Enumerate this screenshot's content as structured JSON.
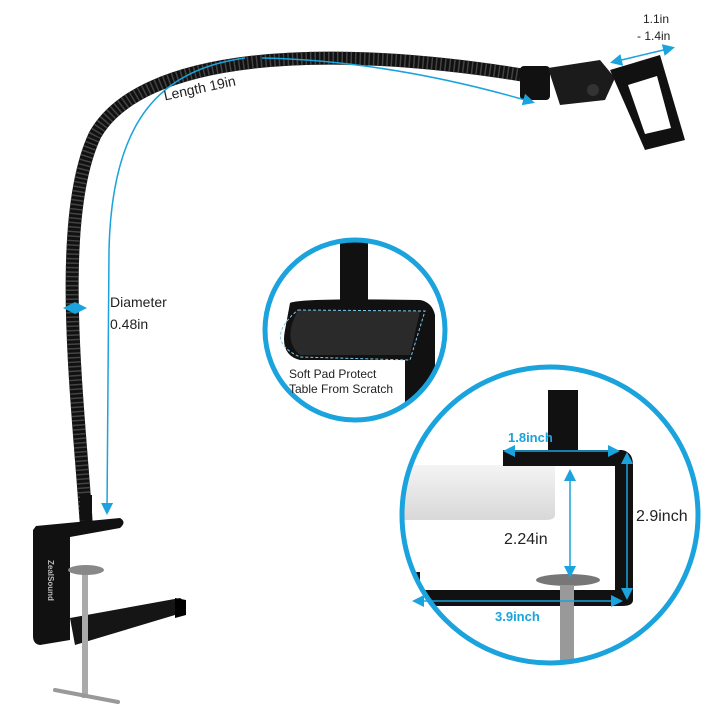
{
  "labels": {
    "length": "Length 19in",
    "clip_width_line1": "1.1in",
    "clip_width_line2": "- 1.4in",
    "diameter_title": "Diameter",
    "diameter_value": "0.48in",
    "soft_pad_line1": "Soft Pad Protect",
    "soft_pad_line2": "Table From Scratch",
    "top_width": "1.8inch",
    "clamp_opening": "2.24in",
    "clamp_height": "2.9inch",
    "base_width": "3.9inch"
  },
  "brand_logo_text": "ZealSound",
  "colors": {
    "accent": "#1aa3dc",
    "metal": "#111111"
  }
}
